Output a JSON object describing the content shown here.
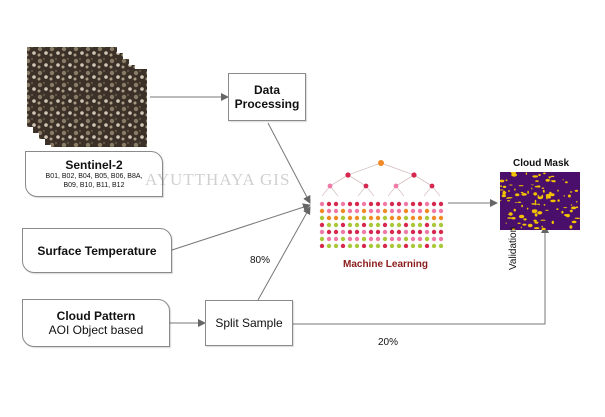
{
  "diagram": {
    "sentinel": {
      "title": "Sentinel-2",
      "bands_line1": "B01, B02, B04, B05, B06, B8A,",
      "bands_line2": "B09, B10, B11, B12"
    },
    "data_processing": {
      "line1": "Data",
      "line2": "Processing"
    },
    "surface_temperature": "Surface Temperature",
    "cloud_pattern": {
      "title": "Cloud Pattern",
      "subtitle": "AOI Object based"
    },
    "split_sample": "Split Sample",
    "machine_learning": "Machine Learning",
    "cloud_mask": "Cloud Mask",
    "validation": "Validation",
    "pct_80": "80%",
    "pct_20": "20%",
    "watermark": "AYUTTHAYA GIS"
  },
  "colors": {
    "ml_label": "#8b1a1a",
    "mask_background": "#4a0e6b",
    "mask_highlight": "#f2c200",
    "node_orange": "#f08a24",
    "node_red": "#d6284e",
    "node_pink": "#f07aa6",
    "node_green": "#a9c83a"
  }
}
